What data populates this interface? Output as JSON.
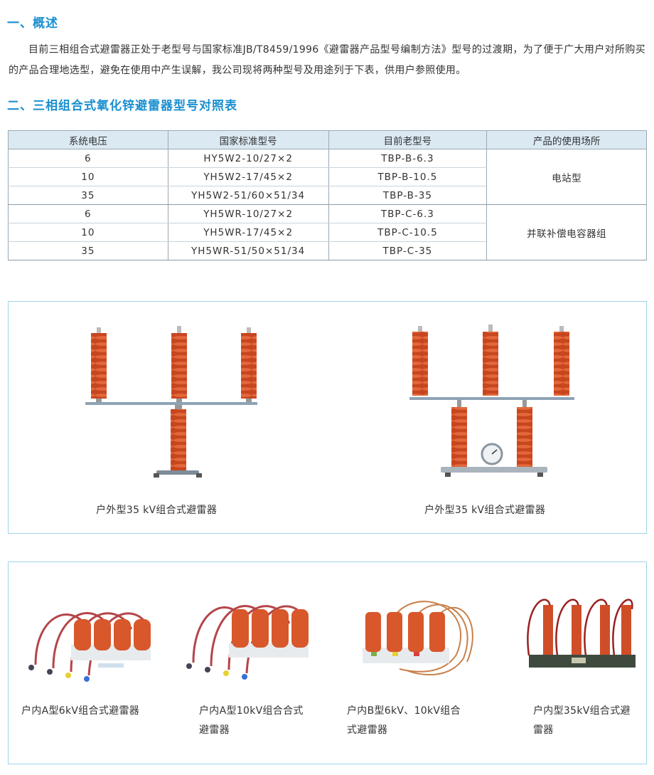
{
  "section1": {
    "title": "一、概述",
    "paragraph": "目前三相组合式避雷器正处于老型号与国家标准JB/T8459/1996《避雷器产品型号编制方法》型号的过渡期，为了便于广大用户对所购买的产品合理地选型，避免在使用中产生误解，我公司现将两种型号及用途列于下表，供用户参照使用。"
  },
  "section2": {
    "title": "二、三相组合式氧化锌避雷器型号对照表"
  },
  "table": {
    "headers": [
      "系统电压",
      "国家标准型号",
      "目前老型号",
      "产品的使用场所"
    ],
    "rows": [
      [
        "6",
        "HY5W2-10/27×2",
        "TBP-B-6.3"
      ],
      [
        "10",
        "YH5W2-17/45×2",
        "TBP-B-10.5"
      ],
      [
        "35",
        "YH5W2-51/60×51/34",
        "TBP-B-35"
      ],
      [
        "6",
        "YH5WR-10/27×2",
        "TBP-C-6.3"
      ],
      [
        "10",
        "YH5WR-17/45×2",
        "TBP-C-10.5"
      ],
      [
        "35",
        "YH5WR-51/50×51/34",
        "TBP-C-35"
      ]
    ],
    "usage": [
      "电站型",
      "并联补偿电容器组"
    ]
  },
  "gallery_outdoor": [
    {
      "caption": "户外型35 kV组合式避雷器"
    },
    {
      "caption": "户外型35 kV组合式避雷器"
    }
  ],
  "gallery_indoor": [
    {
      "caption": "户内A型6kV组合式避雷器"
    },
    {
      "caption": "户内A型10kV组合合式避雷器"
    },
    {
      "caption": "户内B型6kV、10kV组合式避雷器"
    },
    {
      "caption": "户内型35kV组合式避雷器"
    }
  ],
  "colors": {
    "accent": "#1a8fd0",
    "insulator": "#d4532a",
    "panel_border": "#9fd3ea",
    "table_header": "#dbe9f3"
  }
}
